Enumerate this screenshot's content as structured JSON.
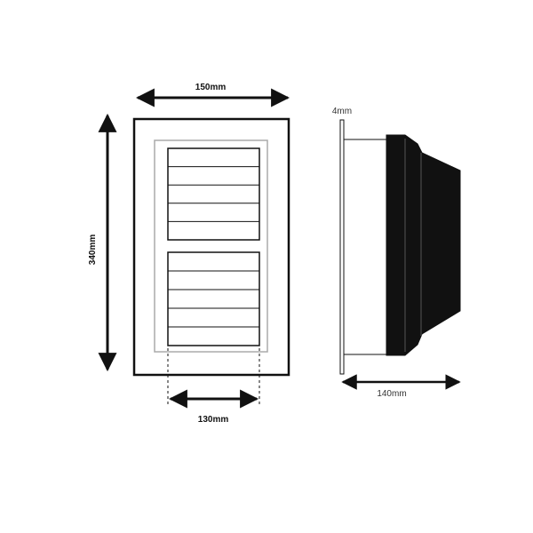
{
  "dimensions": {
    "width_outer": "150mm",
    "height_outer": "340mm",
    "width_inner": "130mm",
    "flange_thickness": "4mm",
    "depth": "140mm"
  },
  "colors": {
    "stroke": "#111111",
    "inner_frame": "#aaaaaa",
    "body_fill": "#111111",
    "background": "#ffffff"
  },
  "front_view": {
    "louver_panels": [
      {
        "slats": 5
      },
      {
        "slats": 5
      }
    ]
  }
}
